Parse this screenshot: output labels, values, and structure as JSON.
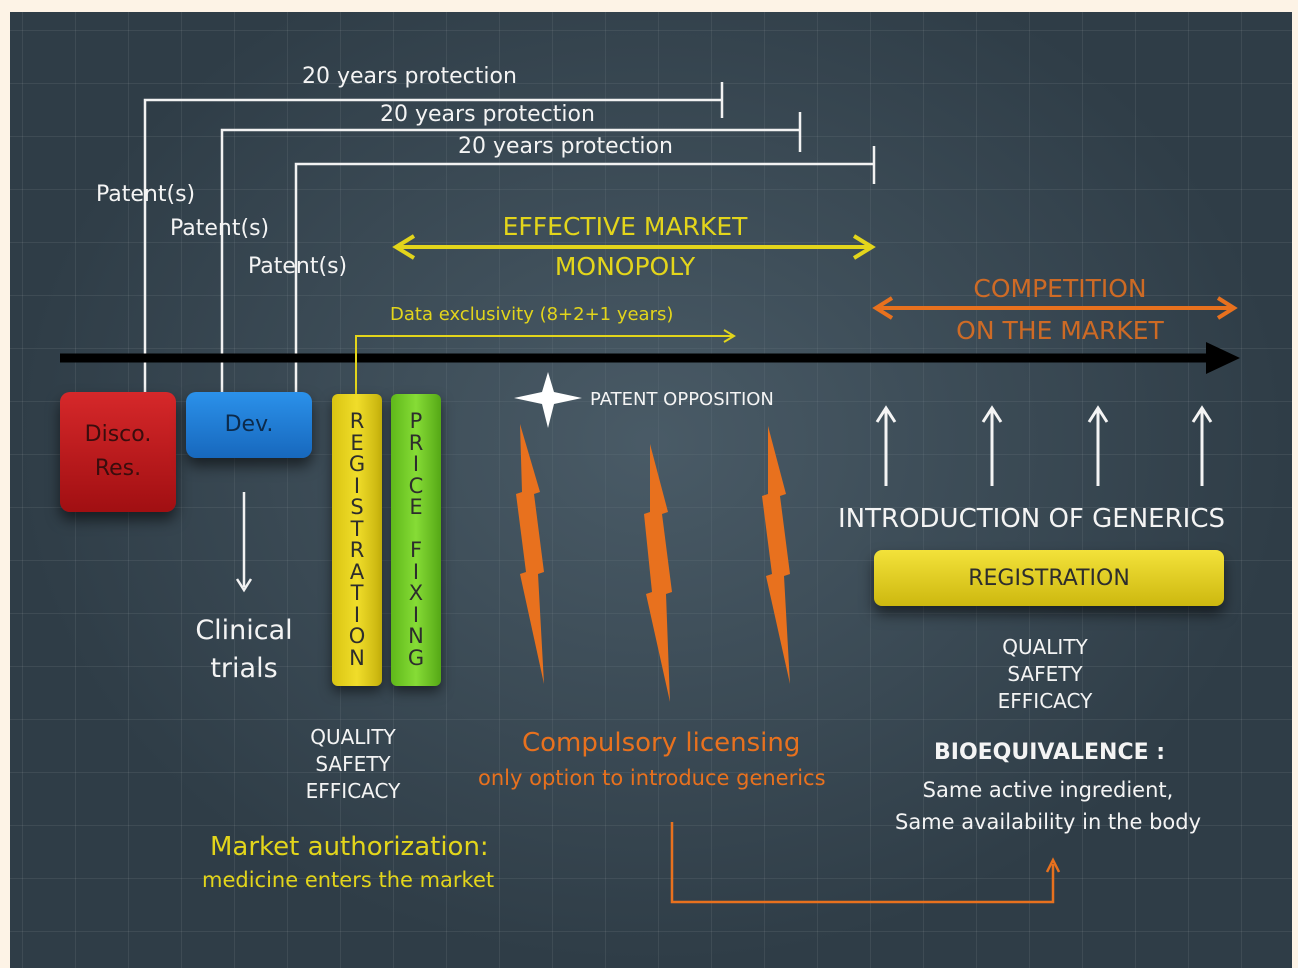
{
  "protection": {
    "label1": "20 years protection",
    "label2": "20 years protection",
    "label3": "20 years protection"
  },
  "patents": {
    "p1": "Patent(s)",
    "p2": "Patent(s)",
    "p3": "Patent(s)"
  },
  "monopoly": {
    "line1": "EFFECTIVE MARKET",
    "line2": "MONOPOLY"
  },
  "competition": {
    "line1": "COMPETITION",
    "line2": "ON THE MARKET"
  },
  "data_exclusivity": "Data exclusivity (8+2+1 years)",
  "patent_opposition": "PATENT OPPOSITION",
  "stages": {
    "disco_line1": "Disco.",
    "disco_line2": "Res.",
    "dev": "Dev.",
    "registration": "REGISTRATION",
    "price_fixing": "PRICE FIXING"
  },
  "clinical": {
    "line1": "Clinical",
    "line2": "trials"
  },
  "left_qse": {
    "quality": "QUALITY",
    "safety": "SAFETY",
    "efficacy": "EFFICACY"
  },
  "market_auth": {
    "line1": "Market authorization:",
    "line2": "medicine enters the market"
  },
  "compulsory": {
    "line1": "Compulsory licensing",
    "line2": "only option to introduce generics"
  },
  "generics": {
    "intro": "INTRODUCTION OF GENERICS",
    "registration": "REGISTRATION",
    "quality": "QUALITY",
    "safety": "SAFETY",
    "efficacy": "EFFICACY",
    "bio_title": "BIOEQUIVALENCE :",
    "bio_line1": "Same active ingredient,",
    "bio_line2": "Same availability in the body"
  },
  "colors": {
    "yellow": "#e3d51b",
    "orange": "#e8711e",
    "red_box": "#c0191b",
    "blue_box": "#1f7fd6",
    "green_box": "#6cc51f"
  }
}
